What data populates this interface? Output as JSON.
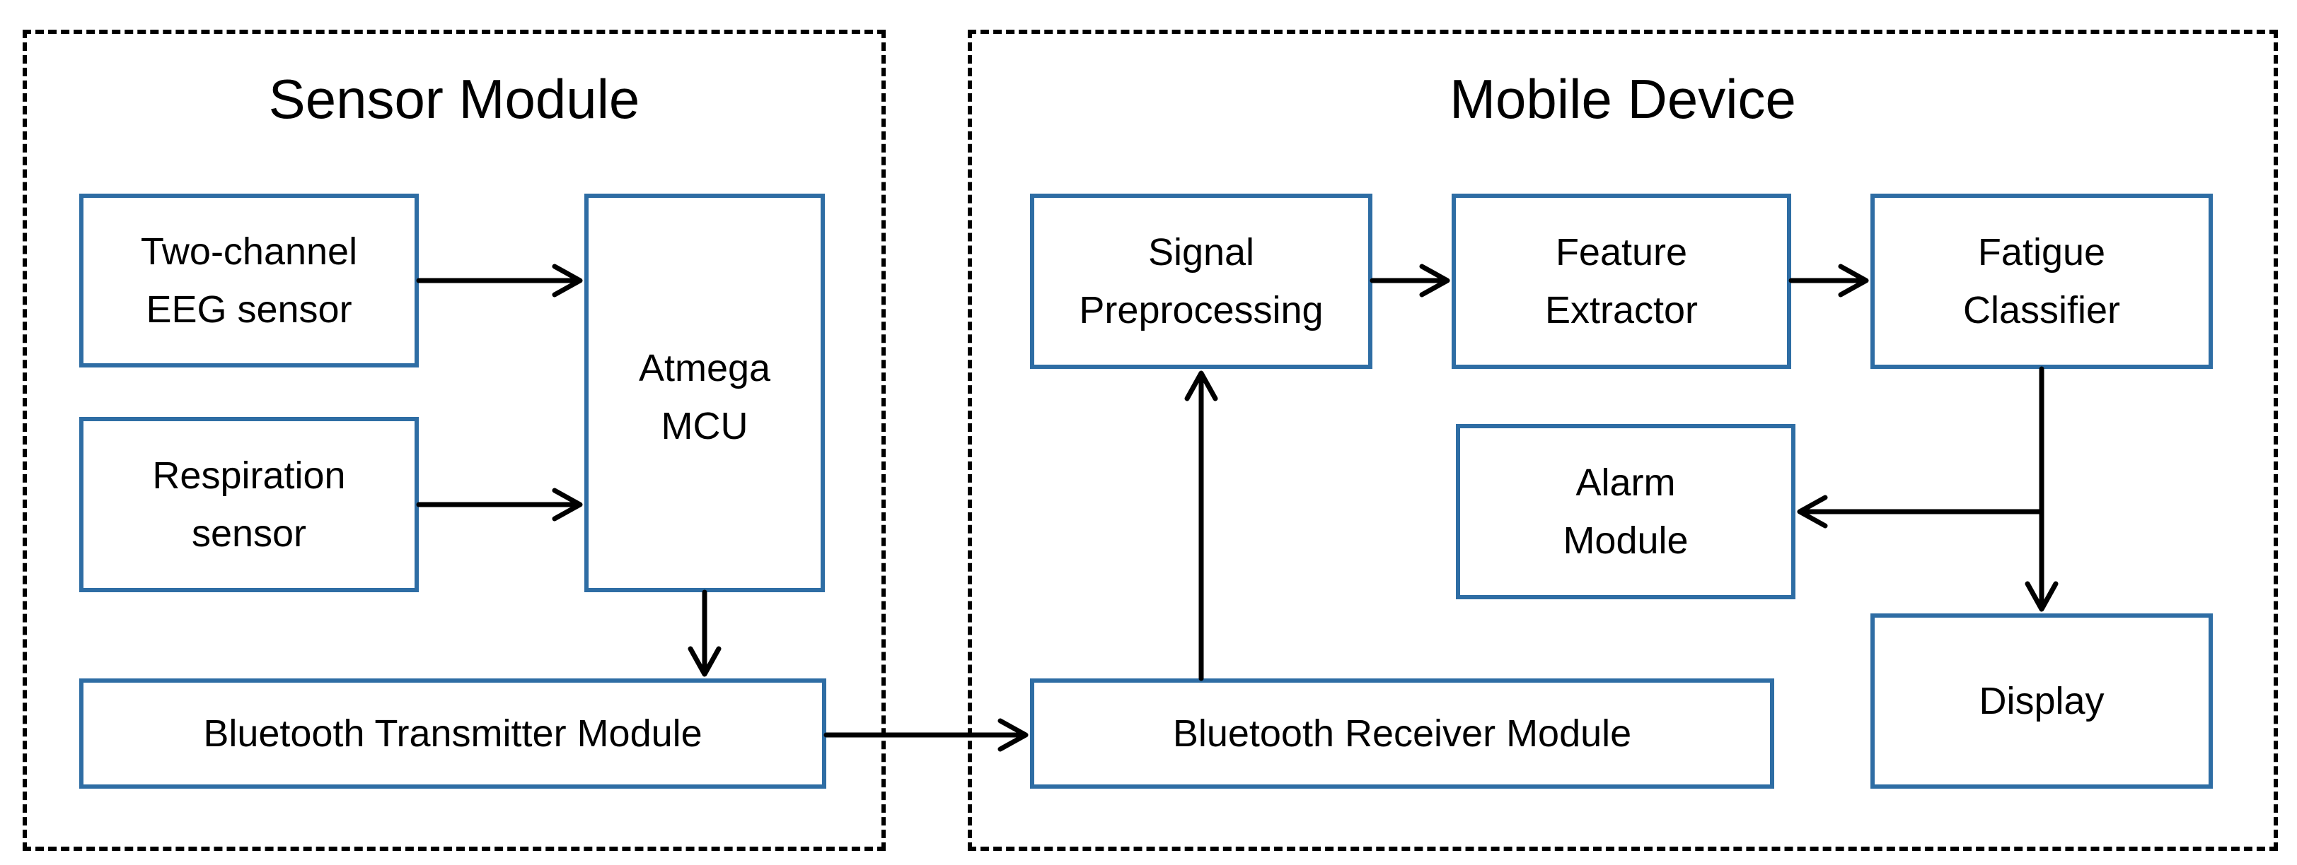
{
  "groups": {
    "sensor": {
      "title": "Sensor Module"
    },
    "mobile": {
      "title": "Mobile Device"
    }
  },
  "blocks": {
    "eeg": "Two-channel\nEEG sensor",
    "respiration": "Respiration\nsensor",
    "mcu": "Atmega\nMCU",
    "bt_tx": "Bluetooth Transmitter Module",
    "bt_rx": "Bluetooth Receiver Module",
    "preprocessing": "Signal\nPreprocessing",
    "feature": "Feature\nExtractor",
    "classifier": "Fatigue\nClassifier",
    "alarm": "Alarm\nModule",
    "display": "Display"
  },
  "colors": {
    "block_border": "#2E6DA4",
    "arrow": "#000000",
    "group_border": "#000000"
  },
  "connections": [
    {
      "from": "eeg",
      "to": "mcu"
    },
    {
      "from": "respiration",
      "to": "mcu"
    },
    {
      "from": "mcu",
      "to": "bt_tx"
    },
    {
      "from": "bt_tx",
      "to": "bt_rx"
    },
    {
      "from": "bt_rx",
      "to": "preprocessing"
    },
    {
      "from": "preprocessing",
      "to": "feature"
    },
    {
      "from": "feature",
      "to": "classifier"
    },
    {
      "from": "classifier",
      "to": "alarm"
    },
    {
      "from": "classifier",
      "to": "display"
    }
  ]
}
